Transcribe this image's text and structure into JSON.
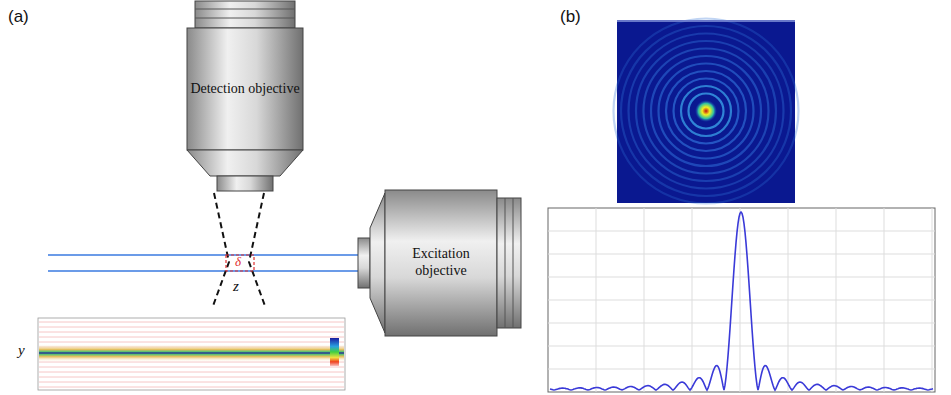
{
  "diagram": {
    "nodes": [
      {
        "text": [
          "Detection objective"
        ]
      },
      {
        "text": [
          "Excitation objective"
        ]
      }
    ],
    "labels": [
      "(a)",
      "(b)",
      "δ",
      "z",
      "y"
    ]
  }
}
